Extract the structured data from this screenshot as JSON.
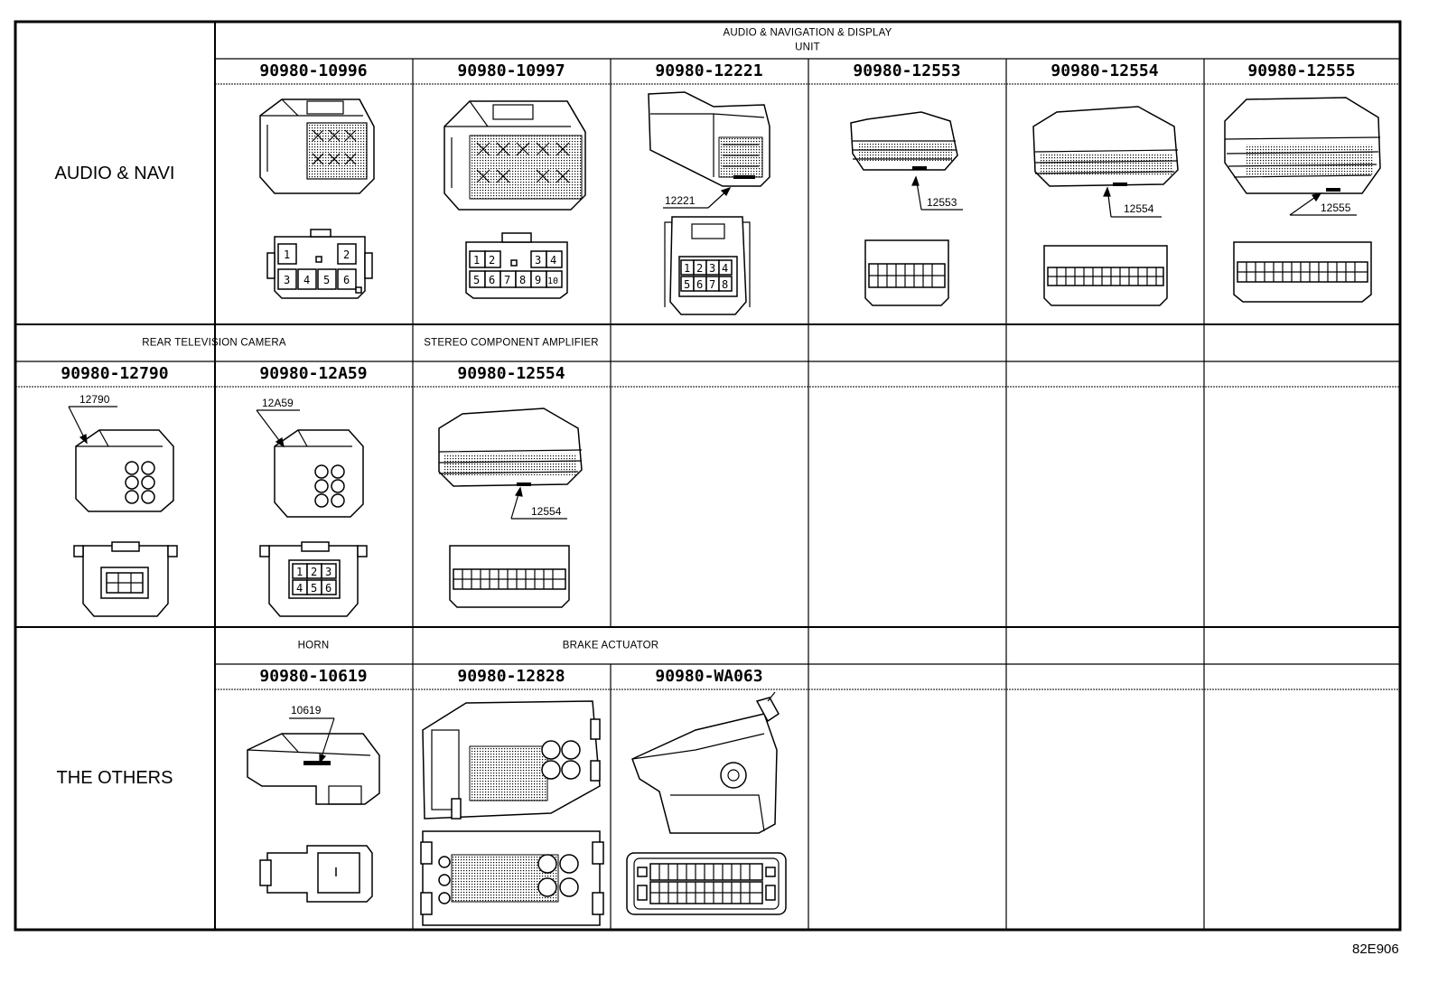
{
  "sections": {
    "audio_navi": "AUDIO & NAVI",
    "the_others": "THE OTHERS"
  },
  "headers": {
    "audio_nav_display_line1": "AUDIO & NAVIGATION & DISPLAY",
    "audio_nav_display_line2": "UNIT",
    "rear_tv_camera": "REAR TELEVISION CAMERA",
    "stereo_amp": "STEREO COMPONENT AMPLIFIER",
    "horn": "HORN",
    "brake_actuator": "BRAKE ACTUATOR"
  },
  "part_numbers": {
    "row1": [
      "90980-10996",
      "90980-10997",
      "90980-12221",
      "90980-12553",
      "90980-12554",
      "90980-12555"
    ],
    "row2": [
      "90980-12790",
      "90980-12A59",
      "90980-12554"
    ],
    "row3": [
      "90980-10619",
      "90980-12828",
      "90980-WA063"
    ]
  },
  "callouts": {
    "c12221": "12221",
    "c12553": "12553",
    "c12554a": "12554",
    "c12555": "12555",
    "c12790": "12790",
    "c12a59": "12A59",
    "c12554b": "12554",
    "c10619": "10619"
  },
  "pins": {
    "p10996": [
      "1",
      "2",
      "3",
      "4",
      "5",
      "6"
    ],
    "p10997": [
      "1",
      "2",
      "3",
      "4",
      "5",
      "6",
      "7",
      "8",
      "9",
      "10"
    ],
    "p12221": [
      "1",
      "2",
      "3",
      "4",
      "5",
      "6",
      "7",
      "8"
    ],
    "p12a59": [
      "1",
      "2",
      "3",
      "4",
      "5",
      "6"
    ]
  },
  "footer": {
    "figure_code": "82E906"
  },
  "colors": {
    "ink": "#000000",
    "paper": "#ffffff"
  }
}
